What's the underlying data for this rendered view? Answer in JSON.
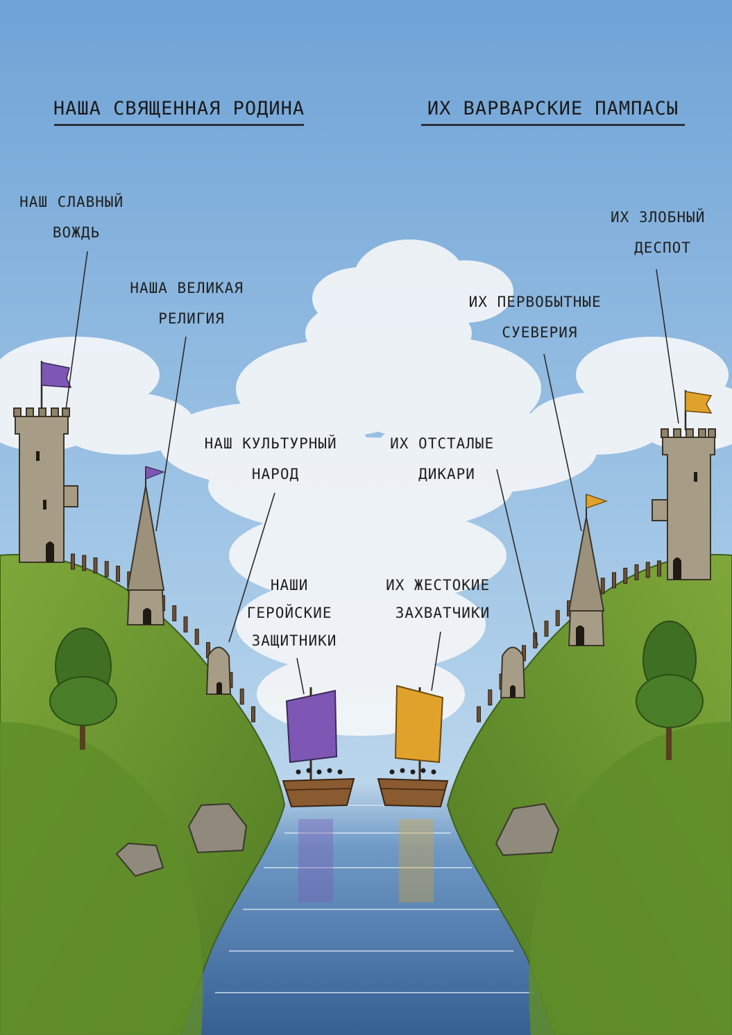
{
  "headers": {
    "left": "НАША СВЯЩЕННАЯ РОДИНА",
    "right": "ИХ ВАРВАРСКИЕ ПАМПАСЫ"
  },
  "labels": {
    "our_leader": [
      "НАШ СЛАВНЫЙ",
      "ВОЖДЬ"
    ],
    "our_religion": [
      "НАША ВЕЛИКАЯ",
      "РЕЛИГИЯ"
    ],
    "our_people": [
      "НАШ КУЛЬТУРНЫЙ",
      "НАРОД"
    ],
    "our_defenders": [
      "НАШИ",
      "ГЕРОЙСКИЕ",
      "ЗАЩИТНИКИ"
    ],
    "their_despot": [
      "ИХ ЗЛОБНЫЙ",
      "ДЕСПОТ"
    ],
    "their_superstitions": [
      "ИХ ПЕРВОБЫТНЫЕ",
      "СУЕВЕРИЯ"
    ],
    "their_savages": [
      "ИХ ОТСТАЛЫЕ",
      "ДИКАРИ"
    ],
    "their_invaders": [
      "ИХ ЖЕСТОКИЕ",
      "ЗАХВАТЧИКИ"
    ]
  },
  "colors": {
    "our_flag": "#7e57b5",
    "their_flag": "#e0a22a",
    "sky": "#8fb8de",
    "grass": "#6f9a2e",
    "water": "#4f7fb3"
  }
}
